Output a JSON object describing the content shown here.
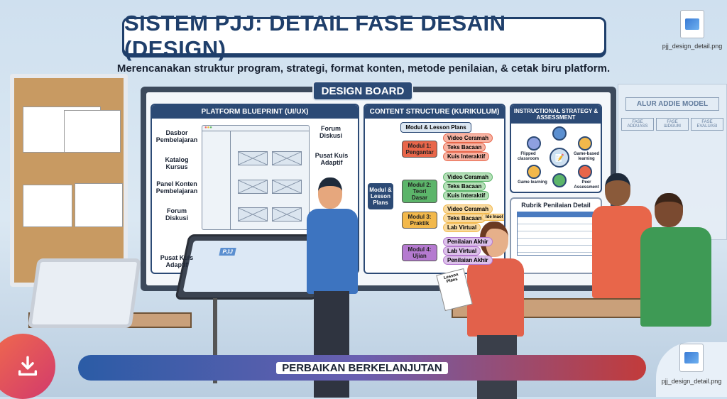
{
  "title": "SISTEM PJJ: DETAIL FASE DESAIN (DESIGN)",
  "subtitle": "Merencanakan struktur program, strategi, format konten, metode penilaian, & cetak biru platform.",
  "board_label": "DESIGN BOARD",
  "blueprint": {
    "title": "PLATFORM BLUEPRINT (UI/UX)",
    "labels": {
      "dasbor": "Dasbor Pembelajaran",
      "katalog": "Katalog Kursus",
      "panel": "Panel Konten Pembelajaran",
      "forum_left": "Forum Diskusi",
      "forum_top": "Forum Diskusi",
      "kuis_right": "Pusat Kuis Adaptif",
      "kuis_bottom": "Pusat Kuis Adaptif"
    }
  },
  "content": {
    "title": "CONTENT STRUCTURE (KURIKULUM)",
    "header": "Modul & Lesson Plans",
    "root": "Modul & Lesson Plans",
    "modules": [
      {
        "name": "Modul 1: Pengantar",
        "items": [
          "Video Ceramah",
          "Teks Bacaan",
          "Kuis Interaktif"
        ],
        "color": "#e8664a",
        "light": "#f7b3a3"
      },
      {
        "name": "Modul 2: Teori Dasar",
        "items": [
          "Video Ceramah",
          "Teks Bacaan",
          "Kuis Interaktif"
        ],
        "color": "#5cb56a",
        "light": "#b5e0b8"
      },
      {
        "name": "Modul 3: Praktik",
        "items": [
          "Video Ceramah",
          "Teks Bacaan",
          "Lab Virtual"
        ],
        "extra": "Ide Inaol",
        "color": "#f2b84b",
        "light": "#f8daa0"
      },
      {
        "name": "Modul 4: Ujian",
        "items": [
          "Penilaian Akhir",
          "Lab Virtual",
          "Penilaian Akhir"
        ],
        "color": "#b57ad0",
        "light": "#dcc0ea"
      }
    ]
  },
  "strategy": {
    "title": "INSTRUCTIONAL STRATEGY & ASSESSMENT",
    "items": [
      "Flipped classroom",
      "Game-based learning",
      "Game learning",
      "Peer Assessment"
    ]
  },
  "rubric": {
    "title": "Rubrik Penilaian Detail"
  },
  "poster": {
    "title": "ALUR ADDIE MODEL",
    "phases": [
      "FASE ADDUASS",
      "FASE ШDGUM",
      "FASE EVALUASI"
    ]
  },
  "paper": "Lesson Plans",
  "tablet_label": "PJJ",
  "loop_label": "PERBAIKAN BERKELANJUTAN",
  "file_name": "pjj_design_detail.png"
}
